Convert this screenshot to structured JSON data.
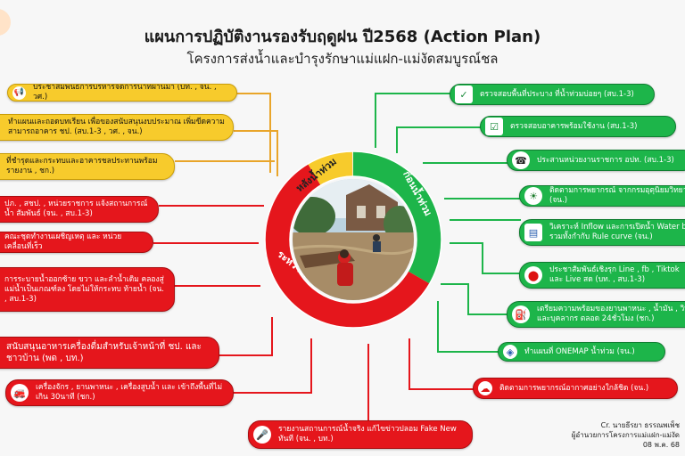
{
  "title": "แผนการปฏิบัติงานรองรับฤดูฝน ปี2568 (Action Plan)",
  "subtitle": "โครงการส่งน้ำและบำรุงรักษาแม่แฝก-แม่งัดสมบูรณ์ชล",
  "ring": {
    "after_label": "หลังน้ำท่วม",
    "before_label": "ก่อนน้ำท่วม",
    "during_label": "ระหว่างน้ำท่วม",
    "colors": {
      "after": "#f7cb2c",
      "before": "#1db54a",
      "during": "#e5161c"
    }
  },
  "left_yellow": [
    "ประชาสัมพันธ์การบริหารจัดการน้ำที่ผ่านมา (บท. , จน. , วศ.)",
    "ทำแผนและถอดบทเรียน เพื่อของสนับสนุนงบประมาณ เพิ่มขีดความสามารถอาคาร ชป. (สบ.1-3 , วศ. , จน.)",
    "ที่ชำรุดและกระทบและอาคารชลประทานพร้อมรายงาน , ชก.)"
  ],
  "left_red": [
    "ปภ. , สชป. , หน่วยราชการ แจ้งสถานการณ์น้ำ สัมพันธ์ (จน. , สบ.1-3)",
    "คณะชุดทำงานเผชิญเหตุ และ หน่วยเคลื่อนที่เร็ว",
    "การระบายน้ำออกซ้าย ขวา และลำน้ำเดิม คลองสู่แม่น้ำเป็นเกณฑ์ลง โดยไม่ให้กระทบ ท้ายน้ำ (จน. , สบ.1-3)",
    "สนับสนุนอาหารเครื่องดื่มสำหรับเจ้าหน้าที่ ชป. และ ชาวบ้าน (พด , บท.)",
    "เครื่องจักร , ยานพาหนะ , เครื่องสูบน้ำ และ เข้าถึงพื้นที่ไม่เกิน 30นาที (ชก.)"
  ],
  "bottom_red": "รายงานสถานการณ์น้ำจริง แก้ไขข่าวปลอม Fake New ทันที (จน. , บท.)",
  "bottom_right_red": "ติดตามการพยากรณ์อากาศอย่างใกล้ชิด (จน.)",
  "right_green": [
    "ตรวจสอบพื้นที่ประบาง ที่น้ำท่วมบ่อยๆ (สบ.1-3)",
    "ตรวจสอบอาคารพร้อมใช้งาน (สบ.1-3)",
    "ประสานหน่วยงานราชการ อปท. (สบ.1-3)",
    "ติดตามการพยากรณ์ จากกรมอุตุนิยมวิทยา (จน.)",
    "วิเคราะห์ Inflow และการเปิดน้ำ Water b รวมทั้งกำกับ Rule curve (จน.)",
    "ประชาสัมพันธ์เชิงรุก Line , fb , Tiktok และ Live สด (บท. , สบ.1-3)",
    "เตรียมความพร้อมของยานพาหนะ , น้ำมัน , วิท และบุคลากร ตลอด 24ชั่วโมง (ชก.)",
    "ทำแผนที่ ONEMAP น้ำท่วม (จน.)"
  ],
  "credit": [
    "Cr. นายธีรยา ธรรณพเพ็ช",
    "ผู้อำนวยการโครงการแม่แฝก-แม่งัด",
    "08 พ.ค. 68"
  ],
  "icons": {
    "megaphone": "megaphone-icon",
    "checklist": "checklist-icon",
    "phone": "phone-icon",
    "weather": "weather-icon",
    "chart": "chart-icon",
    "social": "social-icon",
    "fuel": "fuel-icon",
    "map": "map-icon",
    "cloud": "cloud-icon",
    "truck": "truck-icon",
    "mic": "mic-icon"
  }
}
